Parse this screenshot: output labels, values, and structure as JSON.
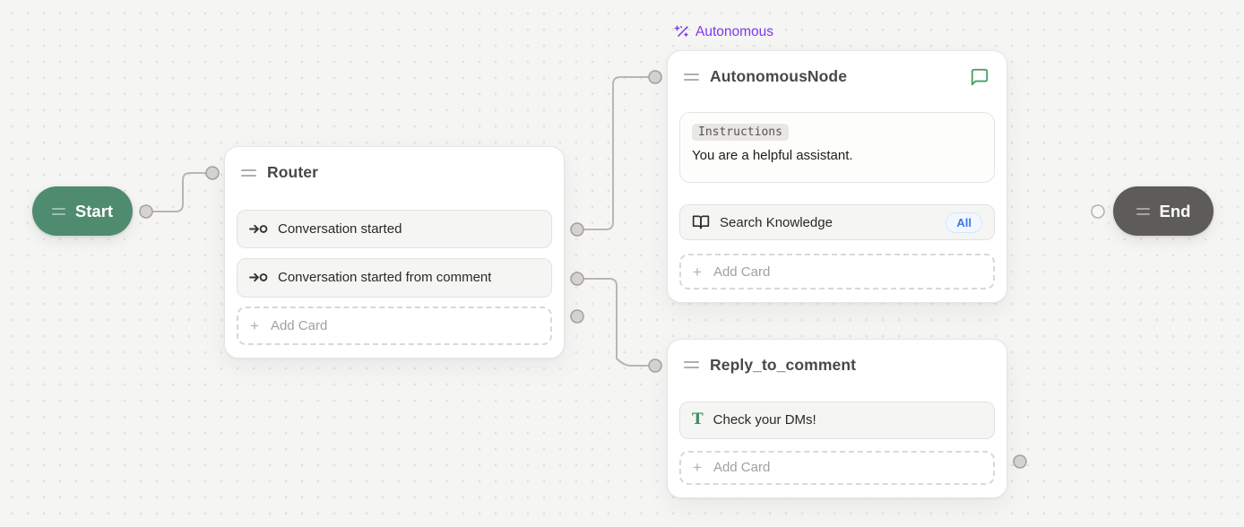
{
  "canvas": {
    "background": "#f5f5f4",
    "dot_color": "#e3e2e0",
    "edge_color": "#b9b6b3"
  },
  "colors": {
    "start_green": "#4f8b6f",
    "end_gray": "#5d5c5a",
    "autonomous_purple": "#7c3aed",
    "chat_icon_green": "#4a9d5f",
    "text_icon_green": "#3f8f5f",
    "badge_blue": "#3e78e0"
  },
  "nodes": {
    "start": {
      "title": "Start"
    },
    "end": {
      "title": "End"
    },
    "router": {
      "title": "Router",
      "cards": [
        {
          "icon": "trigger-icon",
          "label": "Conversation started"
        },
        {
          "icon": "trigger-icon",
          "label": "Conversation started from comment"
        }
      ],
      "add_card_label": "Add Card"
    },
    "autonomous": {
      "badge_label": "Autonomous",
      "title": "AutonomousNode",
      "header_icon": "chat-bubble-icon",
      "instructions": {
        "label": "Instructions",
        "text": "You are a helpful assistant."
      },
      "tools": [
        {
          "icon": "book-open-icon",
          "label": "Search Knowledge",
          "badge": "All"
        }
      ],
      "add_card_label": "Add Card"
    },
    "reply": {
      "title": "Reply_to_comment",
      "cards": [
        {
          "icon": "text-icon",
          "label": "Check your DMs!"
        }
      ],
      "add_card_label": "Add Card"
    }
  },
  "edges": [
    {
      "from": "start",
      "to": "router"
    },
    {
      "from": "router: Conversation started",
      "to": "autonomous"
    },
    {
      "from": "router: Conversation started from comment",
      "to": "reply"
    }
  ]
}
